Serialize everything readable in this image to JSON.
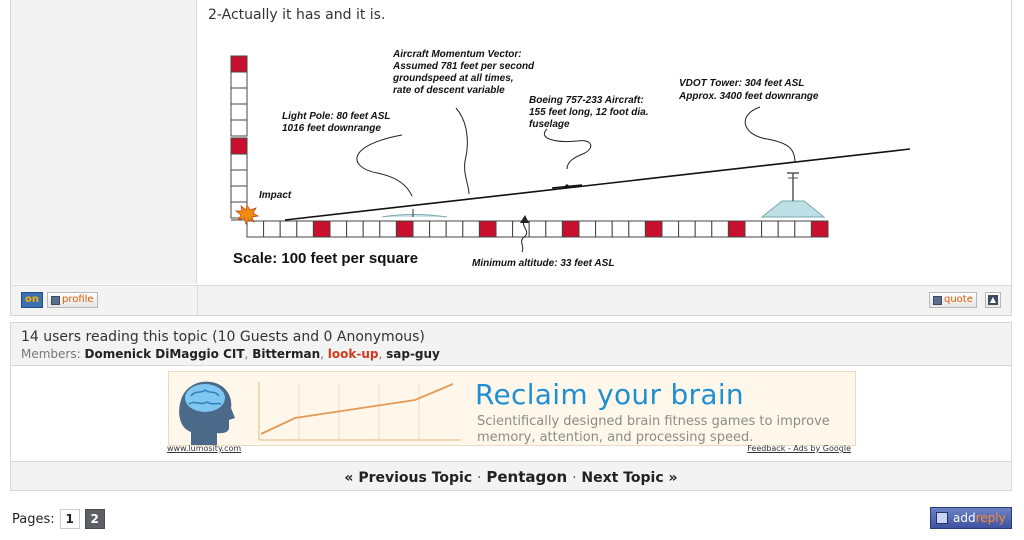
{
  "post": {
    "text": "2-Actually it has and it is.",
    "figure": {
      "label_momentum": [
        "Aircraft Momentum Vector:",
        "Assumed 781 feet per second",
        "groundspeed at all times,",
        "rate of descent variable"
      ],
      "label_pole": [
        "Light Pole:  80 feet ASL",
        "1016 feet downrange"
      ],
      "label_boeing": [
        "Boeing 757-233 Aircraft:",
        "155 feet long, 12 foot dia.",
        "fuselage"
      ],
      "label_vdot": [
        "VDOT Tower:  304 feet ASL",
        "Approx. 3400 feet downrange"
      ],
      "label_impact": "Impact",
      "label_scale": "Scale:  100 feet per square",
      "label_min_alt": "Minimum altitude:  33 feet ASL"
    }
  },
  "post_footer": {
    "on_label": "on",
    "profile_label": "profile",
    "quote_label": "quote"
  },
  "readers": {
    "title": "14 users reading this topic (10 Guests and 0 Anonymous)",
    "members_label": "Members:",
    "members": [
      "Domenick DiMaggio CIT",
      "Bitterman",
      "look-up",
      "sap-guy"
    ]
  },
  "ad": {
    "title": "Reclaim your brain",
    "body": "Scientifically designed brain fitness games to improve memory, attention, and processing speed.",
    "left_link": "www.lumosity.com",
    "right_link": "Feedback - Ads by Google"
  },
  "topic_nav": {
    "prev": "« Previous Topic",
    "current": "Pentagon",
    "next": "Next Topic »",
    "sep": "·"
  },
  "pagination": {
    "label": "Pages:",
    "pages": [
      "1",
      "2"
    ]
  },
  "add_reply": {
    "add": "add",
    "reply": "reply"
  }
}
